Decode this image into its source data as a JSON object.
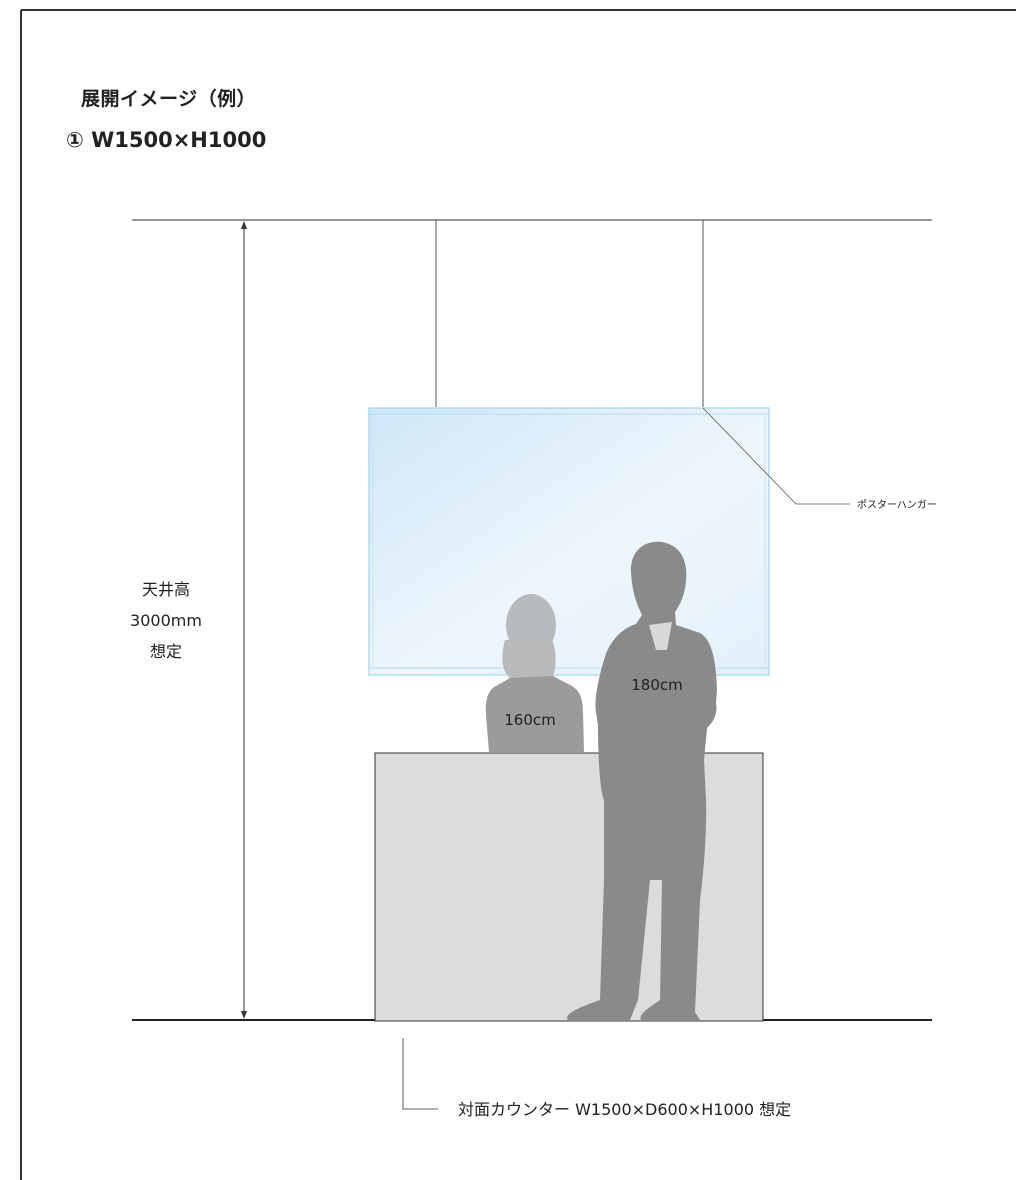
{
  "heading": {
    "title": "展開イメージ（例）",
    "subtitle": "① W1500×H1000"
  },
  "labels": {
    "ceiling_word": "天井高",
    "ceiling_height": "3000mm",
    "ceiling_note": "想定",
    "poster_hanger": "ポスターハンガー",
    "person_female_height": "160cm",
    "person_male_height": "180cm",
    "counter_note": "対面カウンター W1500×D600×H1000 想定"
  },
  "colors": {
    "frame": "#333333",
    "panel_edge": "#9fd4ea",
    "panel_fill_top": "#d4eafa",
    "counter_fill": "#dcdcdc",
    "silhouette": "#8a8a8a"
  }
}
